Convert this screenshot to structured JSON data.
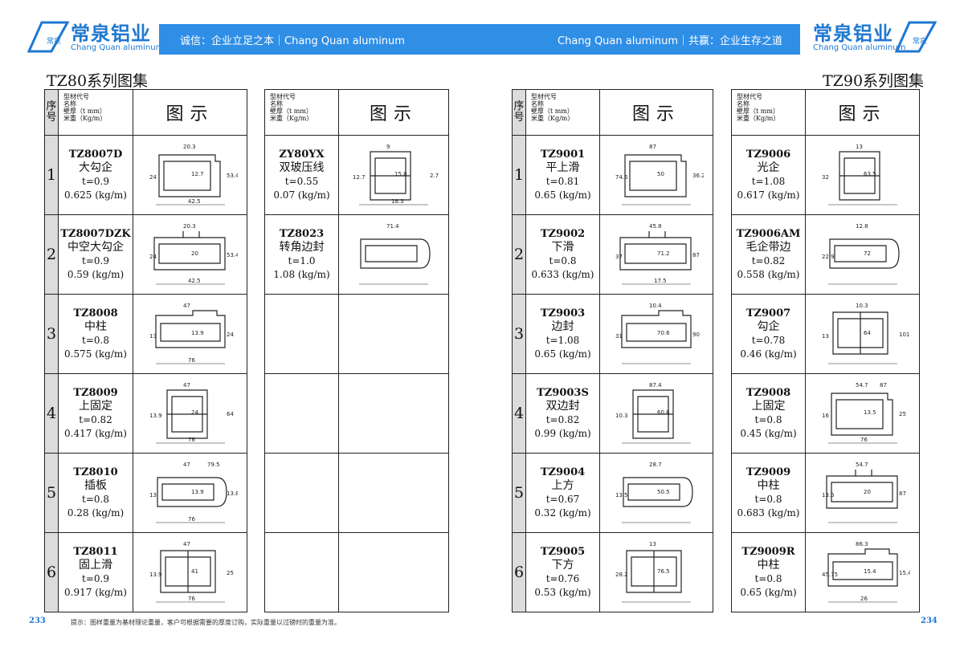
{
  "left_logo": {
    "cn": "常泉铝业",
    "en": "Chang Quan aluminum",
    "badge": "常泉"
  },
  "right_logo": {
    "cn": "常泉铝业",
    "en": "Chang Quan aluminum",
    "badge": "常泉"
  },
  "banner": {
    "left": "诚信：企业立足之本｜Chang Quan aluminum",
    "right": "Chang Quan aluminum｜共赢：企业生存之道"
  },
  "left_title": "TZ80系列图集",
  "right_title": "TZ90系列图集",
  "header": {
    "num": "序号",
    "col1": "型材代号",
    "col2": "名称",
    "col3": "壁厚（t mm）",
    "col4": "米重（Kg/m）",
    "picture": "图示"
  },
  "tz80_main": [
    {
      "idx": "1",
      "code": "TZ8007D",
      "name": "大勾企",
      "t": "t=0.9",
      "w": "0.625 (kg/m)",
      "dims": [
        "20.3",
        "24",
        "12.7",
        "53.4",
        "42.5"
      ]
    },
    {
      "idx": "2",
      "code": "TZ8007DZK",
      "name": "中空大勾企",
      "t": "t=0.9",
      "w": "0.59 (kg/m)",
      "dims": [
        "20.3",
        "24",
        "20",
        "53.4",
        "42.5"
      ]
    },
    {
      "idx": "3",
      "code": "TZ8008",
      "name": "中柱",
      "t": "t=0.8",
      "w": "0.575 (kg/m)",
      "dims": [
        "47",
        "13",
        "13.9",
        "24",
        "76"
      ]
    },
    {
      "idx": "4",
      "code": "TZ8009",
      "name": "上固定",
      "t": "t=0.82",
      "w": "0.417 (kg/m)",
      "dims": [
        "47",
        "13.9",
        "24",
        "64",
        "76"
      ]
    },
    {
      "idx": "5",
      "code": "TZ8010",
      "name": "插板",
      "t": "t=0.8",
      "w": "0.28 (kg/m)",
      "dims": [
        "47",
        "13",
        "13.9",
        "13.8",
        "76",
        "79.5"
      ]
    },
    {
      "idx": "6",
      "code": "TZ8011",
      "name": "固上滑",
      "t": "t=0.9",
      "w": "0.917 (kg/m)",
      "dims": [
        "47",
        "13.9",
        "41",
        "25",
        "76"
      ]
    }
  ],
  "tz80_side": [
    {
      "code": "ZY80YX",
      "name": "双玻压线",
      "t": "t=0.55",
      "w": "0.07 (kg/m)",
      "dims": [
        "9",
        "12.7",
        "15.8",
        "2.7",
        "18.3"
      ]
    },
    {
      "code": "TZ8023",
      "name": "转角边封",
      "t": "t=1.0",
      "w": "1.08 (kg/m)",
      "dims": [
        "71.4"
      ]
    }
  ],
  "tz90_main": [
    {
      "idx": "1",
      "code": "TZ9001",
      "name": "平上滑",
      "t": "t=0.81",
      "w": "0.65 (kg/m)",
      "dims": [
        "87",
        "74.6",
        "50",
        "36.2"
      ]
    },
    {
      "idx": "2",
      "code": "TZ9002",
      "name": "下滑",
      "t": "t=0.8",
      "w": "0.633 (kg/m)",
      "dims": [
        "45.8",
        "37",
        "71.2",
        "87",
        "17.5"
      ]
    },
    {
      "idx": "3",
      "code": "TZ9003",
      "name": "边封",
      "t": "t=1.08",
      "w": "0.65 (kg/m)",
      "dims": [
        "10.4",
        "31",
        "70.6",
        "90"
      ]
    },
    {
      "idx": "4",
      "code": "TZ9003S",
      "name": "双边封",
      "t": "t=0.82",
      "w": "0.99 (kg/m)",
      "dims": [
        "87.4",
        "10.3",
        "60.6"
      ]
    },
    {
      "idx": "5",
      "code": "TZ9004",
      "name": "上方",
      "t": "t=0.67",
      "w": "0.32 (kg/m)",
      "dims": [
        "28.7",
        "13.5",
        "50.5"
      ]
    },
    {
      "idx": "6",
      "code": "TZ9005",
      "name": "下方",
      "t": "t=0.76",
      "w": "0.53 (kg/m)",
      "dims": [
        "13",
        "28.2",
        "76.5"
      ]
    }
  ],
  "tz90_side": [
    {
      "code": "TZ9006",
      "name": "光企",
      "t": "t=1.08",
      "w": "0.617 (kg/m)",
      "dims": [
        "13",
        "32",
        "63.5"
      ]
    },
    {
      "code": "TZ9006AM",
      "name": "毛企带边",
      "t": "t=0.82",
      "w": "0.558 (kg/m)",
      "dims": [
        "12.8",
        "22.9",
        "72"
      ]
    },
    {
      "code": "TZ9007",
      "name": "勾企",
      "t": "t=0.78",
      "w": "0.46 (kg/m)",
      "dims": [
        "10.3",
        "13",
        "64",
        "101"
      ]
    },
    {
      "code": "TZ9008",
      "name": "上固定",
      "t": "t=0.8",
      "w": "0.45 (kg/m)",
      "dims": [
        "54.7",
        "16",
        "13.5",
        "25",
        "76",
        "87"
      ]
    },
    {
      "code": "TZ9009",
      "name": "中柱",
      "t": "t=0.8",
      "w": "0.683 (kg/m)",
      "dims": [
        "54.7",
        "13.5",
        "20",
        "87"
      ]
    },
    {
      "code": "TZ9009R",
      "name": "中柱",
      "t": "t=0.8",
      "w": "0.65 (kg/m)",
      "dims": [
        "86.3",
        "45.75",
        "15.4",
        "15.4",
        "26"
      ]
    }
  ],
  "footer": {
    "left_page": "233",
    "right_page": "234",
    "note": "提示：图样重量为基材理论重量，客户可根据需要的厚度订购，实际重量以过磅时的重量为准。"
  }
}
